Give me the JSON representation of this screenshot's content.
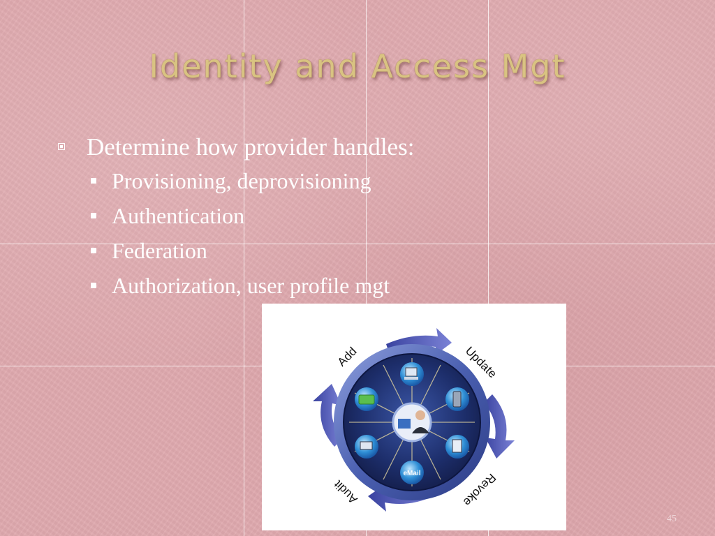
{
  "slide": {
    "title": "Identity and Access Mgt",
    "bullet_main": "Determine how provider handles:",
    "sub_bullets": [
      "Provisioning, deprovisioning",
      "Authentication",
      "Federation",
      "Authorization, user profile mgt"
    ],
    "page_number": "45"
  },
  "diagram": {
    "labels": {
      "add": "Add",
      "update": "Update",
      "revoke": "Revoke",
      "audit": "Audit"
    },
    "email_label": "eMail",
    "icons": [
      "desktop-computer-icon",
      "mobile-phone-icon",
      "document-icon",
      "email-icon",
      "laptop-icon",
      "credit-card-icon",
      "user-at-computer-icon"
    ],
    "colors": {
      "ring": "#4a5fb0",
      "core": "#1d2e6b",
      "arrow": "#5e66c0",
      "background": "#dfa9ae",
      "title": "#d9c382"
    }
  }
}
